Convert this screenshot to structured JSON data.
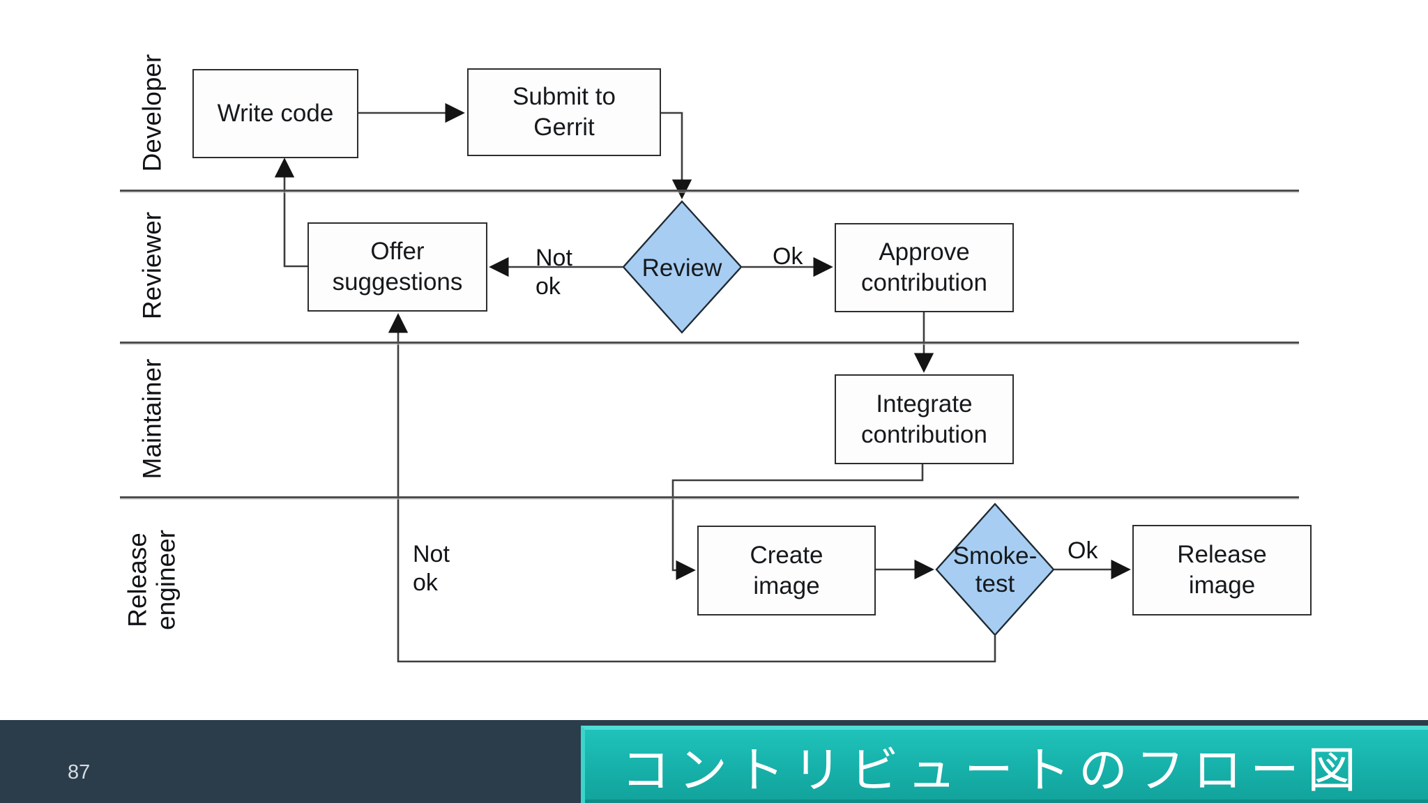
{
  "lanes": [
    {
      "label": "Developer"
    },
    {
      "label": "Reviewer"
    },
    {
      "label": "Maintainer"
    },
    {
      "label": "Release engineer",
      "lines": [
        "Release",
        "engineer"
      ]
    }
  ],
  "nodes": {
    "write_code": {
      "type": "process",
      "lane": "Developer",
      "lines": [
        "Write code"
      ]
    },
    "submit_gerrit": {
      "type": "process",
      "lane": "Developer",
      "lines": [
        "Submit to",
        "Gerrit"
      ]
    },
    "offer_suggestions": {
      "type": "process",
      "lane": "Reviewer",
      "lines": [
        "Offer",
        "suggestions"
      ]
    },
    "review": {
      "type": "decision",
      "lane": "Reviewer",
      "lines": [
        "Review"
      ]
    },
    "approve": {
      "type": "process",
      "lane": "Reviewer",
      "lines": [
        "Approve",
        "contribution"
      ]
    },
    "integrate": {
      "type": "process",
      "lane": "Maintainer",
      "lines": [
        "Integrate",
        "contribution"
      ]
    },
    "create_image": {
      "type": "process",
      "lane": "Release engineer",
      "lines": [
        "Create",
        "image"
      ]
    },
    "smoke_test": {
      "type": "decision",
      "lane": "Release engineer",
      "lines": [
        "Smoke-",
        "test"
      ]
    },
    "release_image": {
      "type": "process",
      "lane": "Release engineer",
      "lines": [
        "Release",
        "image"
      ]
    }
  },
  "edges": [
    {
      "from": "write_code",
      "to": "submit_gerrit",
      "label": ""
    },
    {
      "from": "submit_gerrit",
      "to": "review",
      "label": ""
    },
    {
      "from": "review",
      "to": "offer_suggestions",
      "label": "Not ok"
    },
    {
      "from": "review",
      "to": "approve",
      "label": "Ok"
    },
    {
      "from": "approve",
      "to": "integrate",
      "label": ""
    },
    {
      "from": "integrate",
      "to": "create_image",
      "label": ""
    },
    {
      "from": "create_image",
      "to": "smoke_test",
      "label": ""
    },
    {
      "from": "smoke_test",
      "to": "release_image",
      "label": "Ok"
    },
    {
      "from": "smoke_test",
      "to": "offer_suggestions",
      "label": "Not ok"
    },
    {
      "from": "offer_suggestions",
      "to": "write_code",
      "label": ""
    }
  ],
  "edge_labels": {
    "review_not_ok": {
      "lines": [
        "Not",
        "ok"
      ]
    },
    "review_ok": {
      "text": "Ok"
    },
    "smoke_not_ok": {
      "lines": [
        "Not",
        "ok"
      ]
    },
    "smoke_ok": {
      "text": "Ok"
    }
  },
  "footer": {
    "title": "コントリビュートのフロー図",
    "page_number": "87"
  },
  "colors": {
    "decision_fill": "#a7cdf2",
    "teal": "#17b2ab",
    "navy": "#2b3c4b"
  }
}
